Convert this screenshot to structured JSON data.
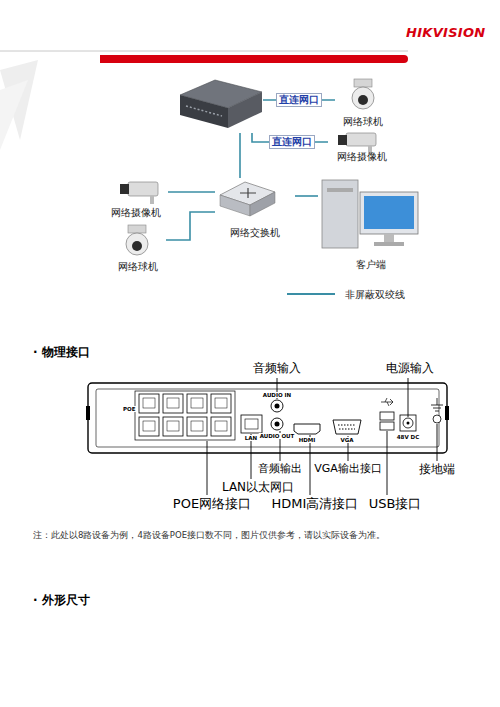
{
  "diagram": {
    "nodes": [
      {
        "text": []
      },
      {
        "text": [
          "网络球机"
        ]
      },
      {
        "text": [
          "网络摄像机"
        ]
      },
      {
        "text": [
          "网络摄像机"
        ]
      },
      {
        "text": [
          "网络交换机"
        ]
      },
      {
        "text": [
          "客户端"
        ]
      },
      {
        "text": [
          "网络球机"
        ]
      }
    ],
    "edges": [
      {
        "from": 0,
        "to": 1,
        "label": "直连网口",
        "arrow": "none"
      },
      {
        "from": 0,
        "to": 2,
        "label": "直连网口",
        "arrow": "none"
      },
      {
        "from": 0,
        "to": 4,
        "arrow": "none"
      },
      {
        "from": 4,
        "to": 3,
        "arrow": "none"
      },
      {
        "from": 4,
        "to": 6,
        "arrow": "none"
      },
      {
        "from": 4,
        "to": 5,
        "arrow": "none"
      }
    ],
    "labels": [
      "HIKVISION",
      "· 物理接口",
      "音频输入",
      "电源输入",
      "POE",
      "AUDIO IN",
      "LAN",
      "AUDIO OUT",
      "HDMI",
      "VGA",
      "48V DC",
      "音频输出",
      "VGA输出接口",
      "接地端",
      "LAN以太网口",
      "HDMI高清接口",
      "POE网络接口",
      "USB接口",
      "注：此处以8路设备为例，4路设备POE接口数不同，图片仅供参考，请以实际设备为准。",
      "· 外形尺寸"
    ],
    "legend": [
      {
        "text": "非屏蔽双绞线"
      }
    ]
  }
}
